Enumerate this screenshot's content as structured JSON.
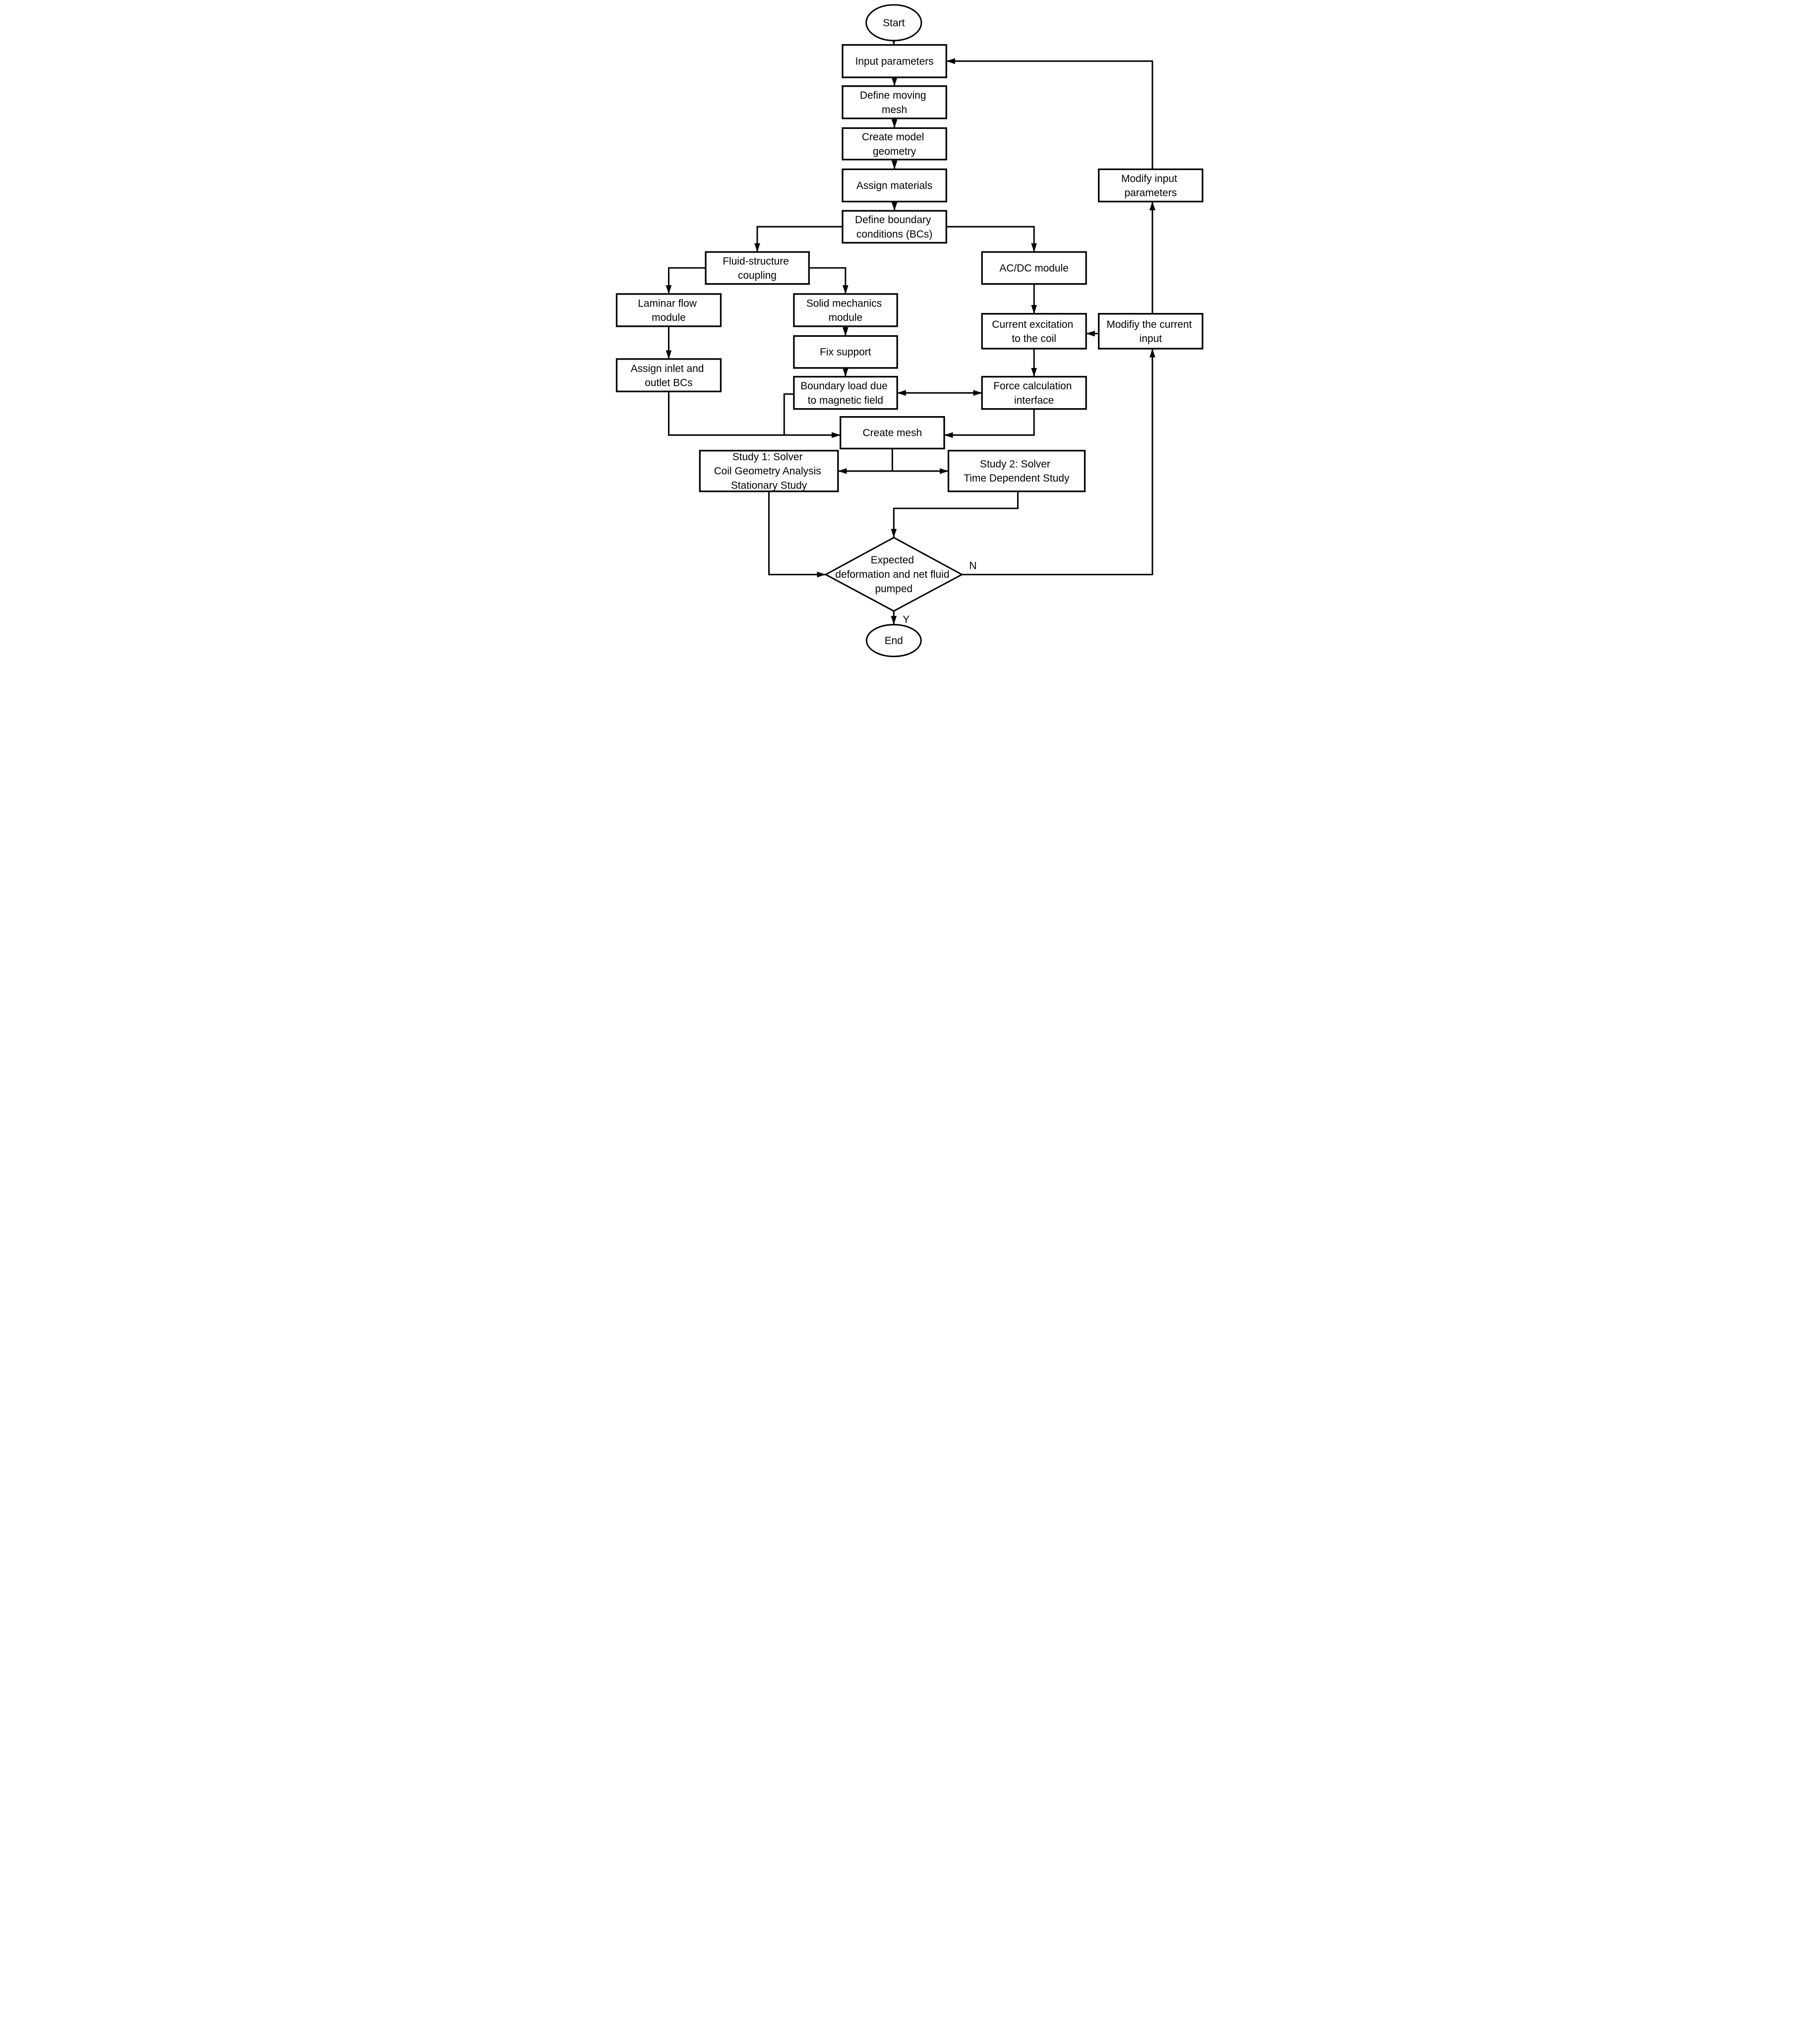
{
  "nodes": {
    "start": {
      "shape": "terminator",
      "lines": [
        "Start"
      ]
    },
    "input_parameters": {
      "shape": "process",
      "lines": [
        "Input parameters"
      ]
    },
    "define_moving_mesh": {
      "shape": "process",
      "lines": [
        "Define moving",
        "mesh"
      ]
    },
    "create_model_geometry": {
      "shape": "process",
      "lines": [
        "Create model",
        "geometry"
      ]
    },
    "assign_materials": {
      "shape": "process",
      "lines": [
        "Assign materials"
      ]
    },
    "define_boundary_conditions": {
      "shape": "process",
      "lines": [
        "Define boundary",
        "conditions (BCs)"
      ]
    },
    "fluid_structure_coupling": {
      "shape": "process",
      "lines": [
        "Fluid-structure",
        "coupling"
      ]
    },
    "acdc_module": {
      "shape": "process",
      "lines": [
        "AC/DC module"
      ]
    },
    "laminar_flow_module": {
      "shape": "process",
      "lines": [
        "Laminar flow",
        "module"
      ]
    },
    "solid_mechanics_module": {
      "shape": "process",
      "lines": [
        "Solid mechanics",
        "module"
      ]
    },
    "fix_support": {
      "shape": "process",
      "lines": [
        "Fix support"
      ]
    },
    "modify_input_parameters": {
      "shape": "process",
      "lines": [
        "Modify input",
        "parameters"
      ]
    },
    "current_excitation": {
      "shape": "process",
      "lines": [
        "Current excitation",
        "to the coil"
      ]
    },
    "modify_current_input": {
      "shape": "process",
      "lines": [
        "Modifiy the current",
        "input"
      ]
    },
    "assign_inlet_outlet": {
      "shape": "process",
      "lines": [
        "Assign inlet and",
        "outlet BCs"
      ]
    },
    "boundary_load": {
      "shape": "process",
      "lines": [
        "Boundary load due",
        "to magnetic field"
      ]
    },
    "force_calculation": {
      "shape": "process",
      "lines": [
        "Force calculation",
        "interface"
      ]
    },
    "create_mesh": {
      "shape": "process",
      "lines": [
        "Create mesh"
      ]
    },
    "study1": {
      "shape": "process",
      "lines": [
        "Study 1: Solver",
        "Coil Geometry Analysis",
        "Stationary Study"
      ]
    },
    "study2": {
      "shape": "process",
      "lines": [
        "Study 2: Solver",
        "Time Dependent Study"
      ]
    },
    "decision": {
      "shape": "decision",
      "lines": [
        "Expected",
        "deformation and net fluid",
        "pumped"
      ]
    },
    "end": {
      "shape": "terminator",
      "lines": [
        "End"
      ]
    }
  },
  "decision_labels": {
    "no": "N",
    "yes": "Y"
  },
  "edges": [
    {
      "from": "start",
      "to": "input_parameters"
    },
    {
      "from": "input_parameters",
      "to": "define_moving_mesh"
    },
    {
      "from": "define_moving_mesh",
      "to": "create_model_geometry"
    },
    {
      "from": "create_model_geometry",
      "to": "assign_materials"
    },
    {
      "from": "assign_materials",
      "to": "define_boundary_conditions"
    },
    {
      "from": "define_boundary_conditions",
      "to": "fluid_structure_coupling"
    },
    {
      "from": "define_boundary_conditions",
      "to": "acdc_module"
    },
    {
      "from": "fluid_structure_coupling",
      "to": "laminar_flow_module"
    },
    {
      "from": "fluid_structure_coupling",
      "to": "solid_mechanics_module"
    },
    {
      "from": "solid_mechanics_module",
      "to": "fix_support"
    },
    {
      "from": "fix_support",
      "to": "boundary_load"
    },
    {
      "from": "acdc_module",
      "to": "current_excitation"
    },
    {
      "from": "current_excitation",
      "to": "force_calculation"
    },
    {
      "from": "boundary_load",
      "to": "force_calculation",
      "bidirectional": true
    },
    {
      "from": "laminar_flow_module",
      "to": "assign_inlet_outlet"
    },
    {
      "from": "assign_inlet_outlet",
      "to": "create_mesh"
    },
    {
      "from": "boundary_load",
      "to": "create_mesh"
    },
    {
      "from": "force_calculation",
      "to": "create_mesh"
    },
    {
      "from": "create_mesh",
      "to": "study1"
    },
    {
      "from": "create_mesh",
      "to": "study2"
    },
    {
      "from": "study1",
      "to": "study2",
      "bidirectional": true
    },
    {
      "from": "study1",
      "to": "decision"
    },
    {
      "from": "study2",
      "to": "decision"
    },
    {
      "from": "decision",
      "to": "modify_current_input",
      "label": "N"
    },
    {
      "from": "modify_current_input",
      "to": "current_excitation"
    },
    {
      "from": "modify_current_input",
      "to": "modify_input_parameters"
    },
    {
      "from": "modify_input_parameters",
      "to": "input_parameters"
    },
    {
      "from": "decision",
      "to": "end",
      "label": "Y"
    }
  ],
  "colors": {
    "stroke": "#000000",
    "background": "#ffffff",
    "text": "#000000"
  }
}
